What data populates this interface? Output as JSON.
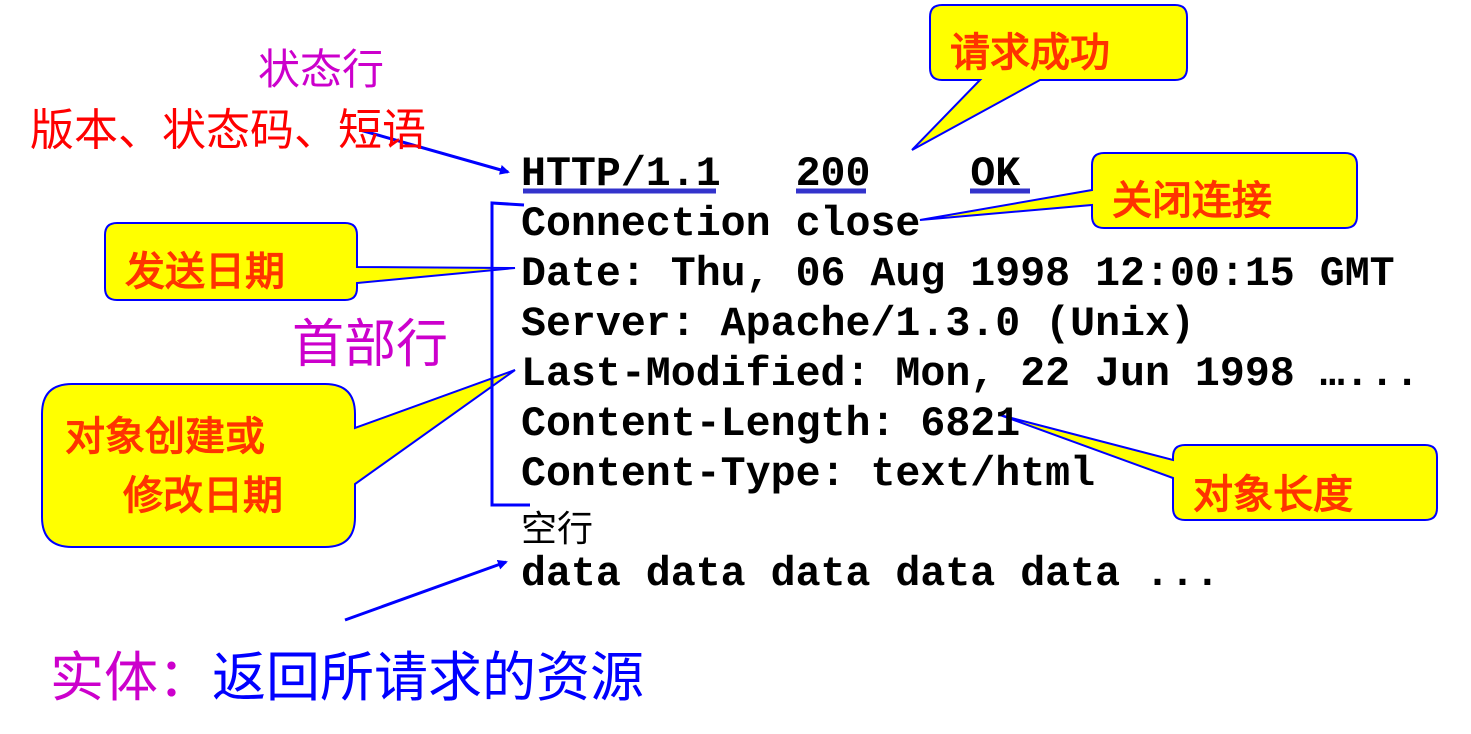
{
  "labels": {
    "status_line": "状态行",
    "status_parts": "版本、状态码、短语",
    "header_lines": "首部行",
    "entity_prefix": "实体：",
    "entity_desc": "返回所请求的资源",
    "blank_line": "空行"
  },
  "callouts": {
    "success": "请求成功",
    "close_connection": "关闭连接",
    "send_date": "发送日期",
    "modified_date_line1": "对象创建或",
    "modified_date_line2": "修改日期",
    "object_length": "对象长度"
  },
  "response": {
    "version": "HTTP/1.1",
    "status_code": "200",
    "phrase": "OK",
    "headers": [
      "Connection close",
      "Date: Thu, 06 Aug 1998 12:00:15 GMT",
      "Server: Apache/1.3.0 (Unix)",
      "Last-Modified: Mon, 22 Jun 1998 …...",
      "Content-Length: 6821",
      "Content-Type: text/html"
    ],
    "body": "data data data data data ..."
  },
  "colors": {
    "callout_fill": "#ffff00",
    "callout_border": "#0000ff",
    "callout_text": "#ff3300",
    "magenta": "#cc00cc",
    "red": "#ff0000",
    "blue": "#0000ff",
    "underline": "#3333cc"
  }
}
